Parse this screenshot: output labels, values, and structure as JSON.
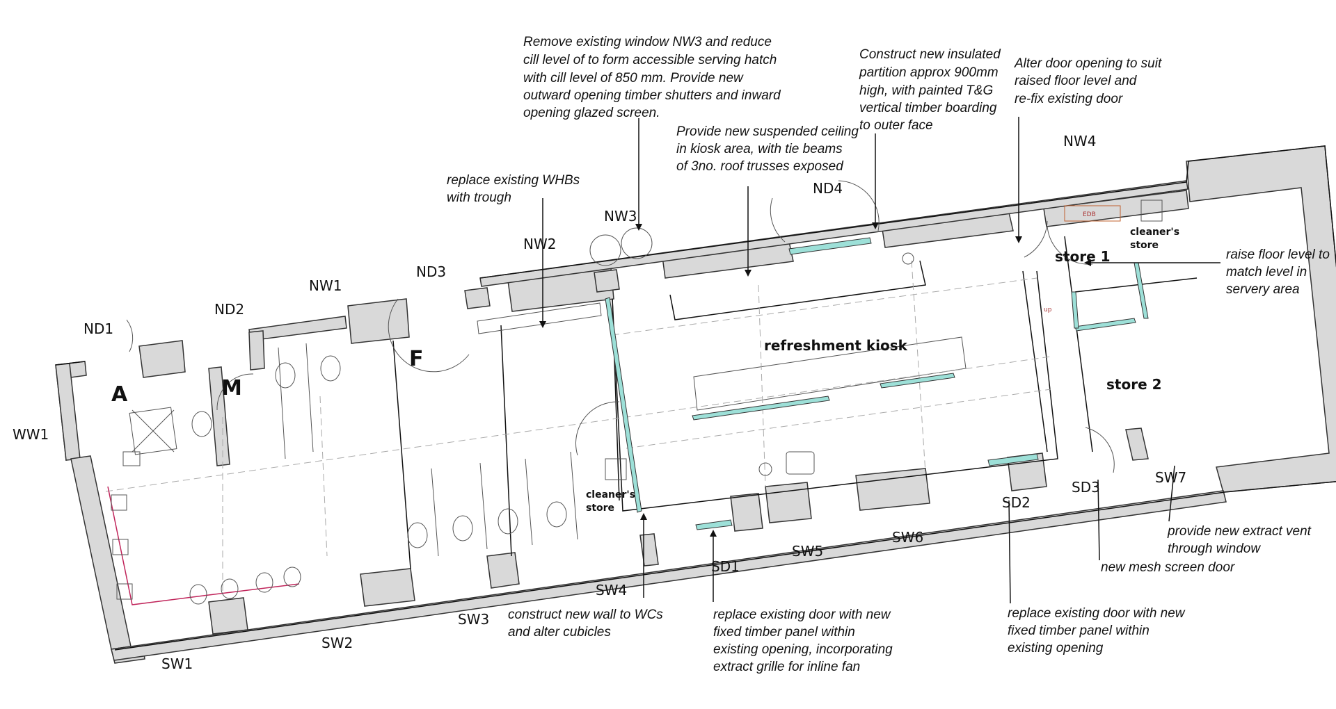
{
  "rooms": {
    "a": "A",
    "m": "M",
    "f": "F",
    "kiosk": "refreshment kiosk",
    "store1": "store 1",
    "store2": "store  2",
    "cleaners_store_1": [
      "cleaner's",
      "store"
    ],
    "cleaners_store_2": [
      "cleaner's",
      "store"
    ],
    "edb": "EDB",
    "up": "up"
  },
  "tags": {
    "ww1": "WW1",
    "nd1": "ND1",
    "nd2": "ND2",
    "nw1": "NW1",
    "nd3": "ND3",
    "nw2": "NW2",
    "nw3": "NW3",
    "nd4": "ND4",
    "nw4": "NW4",
    "sw1": "SW1",
    "sw2": "SW2",
    "sw3": "SW3",
    "sw4": "SW4",
    "sd1": "SD1",
    "sw5": "SW5",
    "sw6": "SW6",
    "sd2": "SD2",
    "sd3": "SD3",
    "sw7": "SW7"
  },
  "notes": {
    "nw3_window": [
      "Remove existing window NW3 and reduce",
      "cill level of  to form accessible serving hatch",
      "with cill level of 850 mm. Provide new",
      "outward opening timber shutters and inward",
      "opening glazed screen."
    ],
    "partition": [
      "Construct new insulated",
      "partition approx 900mm",
      "high, with painted T&G",
      "vertical timber boarding",
      "to outer face"
    ],
    "door_opening": [
      "Alter door opening to suit",
      "raised floor level and",
      "re-fix existing door"
    ],
    "ceiling": [
      "Provide new suspended ceiling",
      "in kiosk area, with tie beams",
      "of 3no. roof trusses exposed"
    ],
    "whb": [
      "replace existing WHBs",
      "with trough"
    ],
    "raise_floor": [
      "raise floor level to",
      "match level in",
      "servery area"
    ],
    "extract_vent": [
      "provide new extract vent",
      "through window"
    ],
    "mesh_door": [
      "new mesh screen door"
    ],
    "sd2_door": [
      "replace existing door with new",
      "fixed timber panel within",
      "existing opening"
    ],
    "sd1_door": [
      "replace existing door with new",
      "fixed timber panel within",
      "existing opening, incorporating",
      "extract grille for inline fan"
    ],
    "wc_wall": [
      "construct new wall to WCs",
      "and alter cubicles"
    ]
  }
}
